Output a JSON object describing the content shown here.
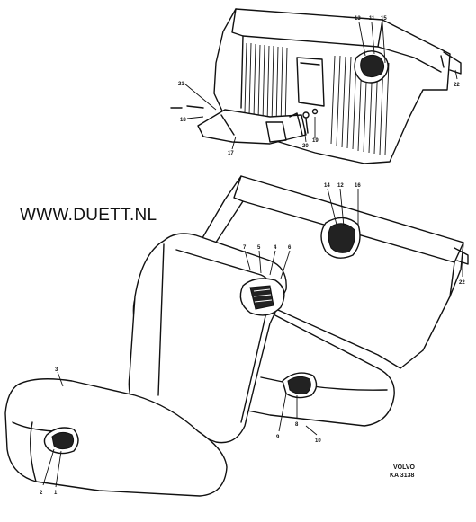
{
  "watermark": "WWW.DUETT.NL",
  "brand": {
    "line1": "VOLVO",
    "line2": "KA 3138"
  },
  "callouts": {
    "c1": "1",
    "c2": "2",
    "c3": "3",
    "c4": "4",
    "c5": "5",
    "c6": "6",
    "c7": "7",
    "c8": "8",
    "c9": "9",
    "c10": "10",
    "c11": "11",
    "c12": "12",
    "c13": "13",
    "c14": "14",
    "c15": "15",
    "c16": "16",
    "c17": "17",
    "c18": "18",
    "c19": "19",
    "c20": "20",
    "c21": "21",
    "c22a": "22",
    "c22b": "22"
  }
}
